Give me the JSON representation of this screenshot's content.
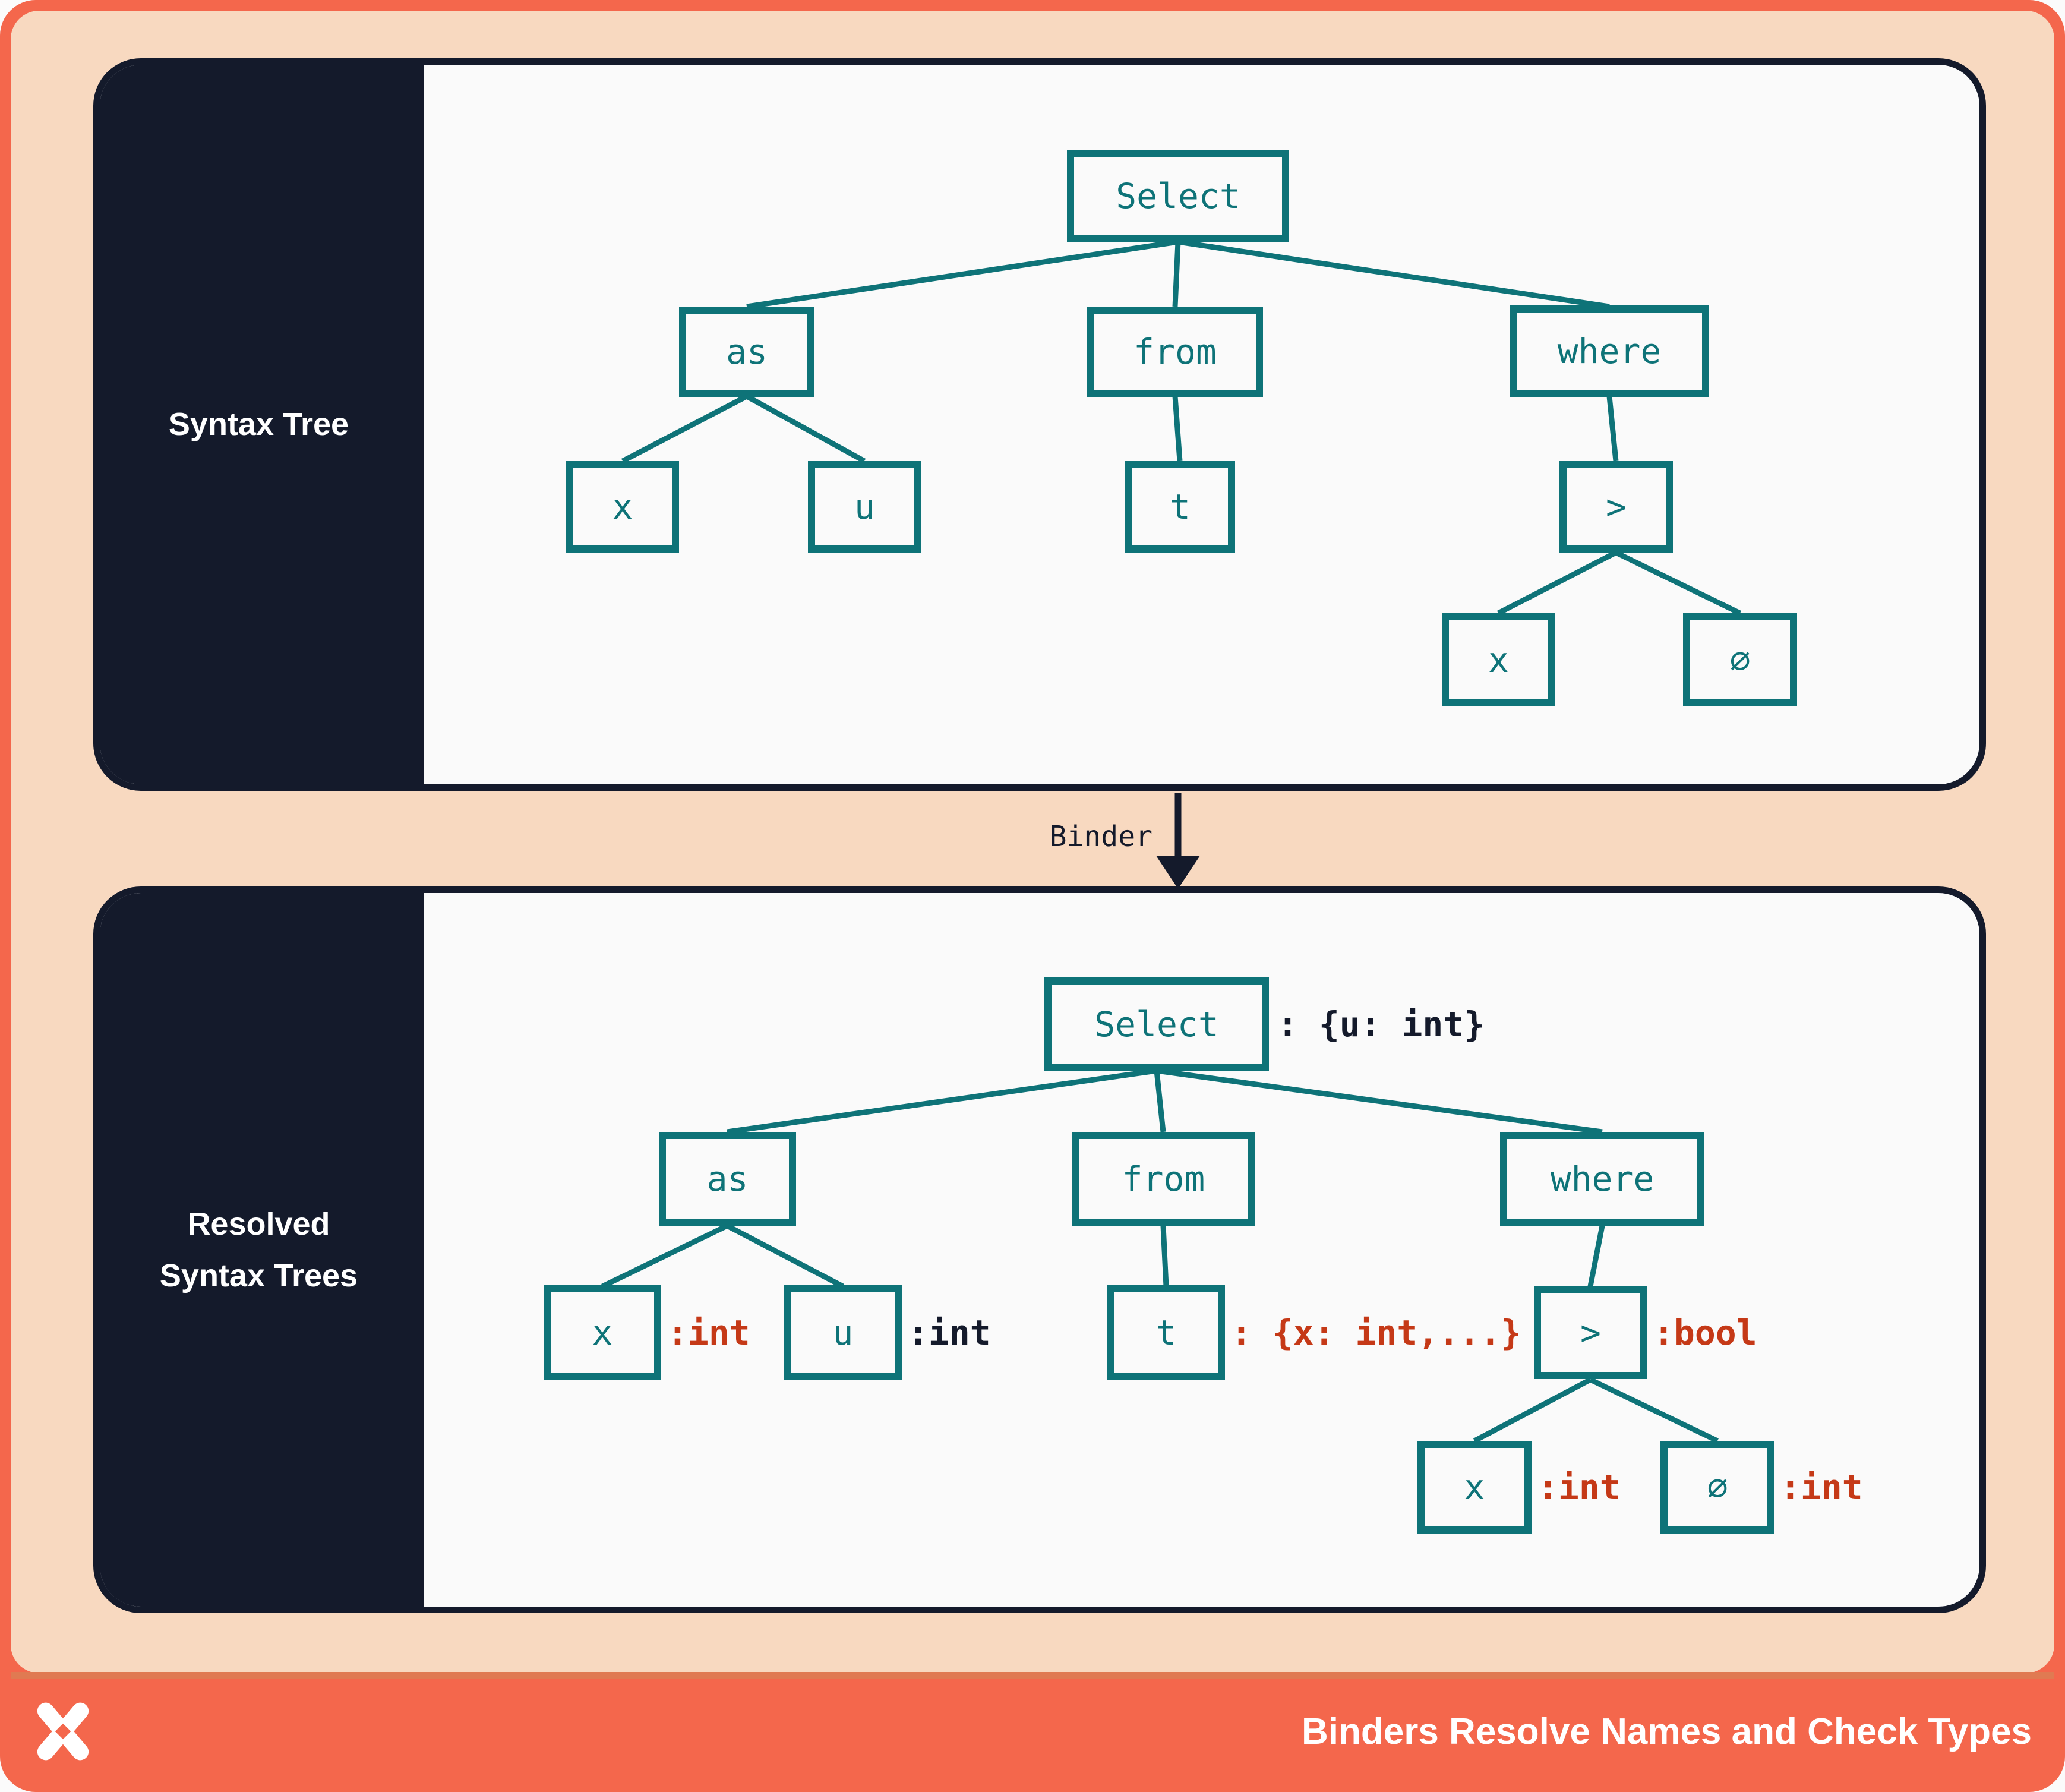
{
  "panels": {
    "top": {
      "label": "Syntax Tree"
    },
    "bottom": {
      "label_line1": "Resolved",
      "label_line2": "Syntax Trees"
    }
  },
  "arrow": {
    "label": "Binder"
  },
  "footer": {
    "title": "Binders Resolve Names and Check Types",
    "logo": "x-pinwheel-icon"
  },
  "colors": {
    "frame_orange": "#f4674c",
    "canvas_peach": "#f8d9c0",
    "panel_dark": "#141a2b",
    "panel_bg": "#fafafa",
    "node_teal": "#0e7378",
    "type_red": "#c53917",
    "type_dark": "#141a2b",
    "divider_orange": "#e07a52",
    "white": "#ffffff"
  },
  "top_tree": {
    "select": "Select",
    "as": "as",
    "from": "from",
    "where": "where",
    "x1": "x",
    "u1": "u",
    "t1": "t",
    "gt": ">",
    "x2": "x",
    "zero": "∅"
  },
  "bottom_tree": {
    "select": "Select",
    "select_type": ": {u: int}",
    "as": "as",
    "from": "from",
    "where": "where",
    "x1": "x",
    "x1_type": ":int",
    "u1": "u",
    "u1_type": ":int",
    "t1": "t",
    "t1_type": ": {x: int,...}",
    "gt": ">",
    "gt_type": ":bool",
    "x2": "x",
    "x2_type": ":int",
    "zero": "∅",
    "zero_type": ":int"
  }
}
